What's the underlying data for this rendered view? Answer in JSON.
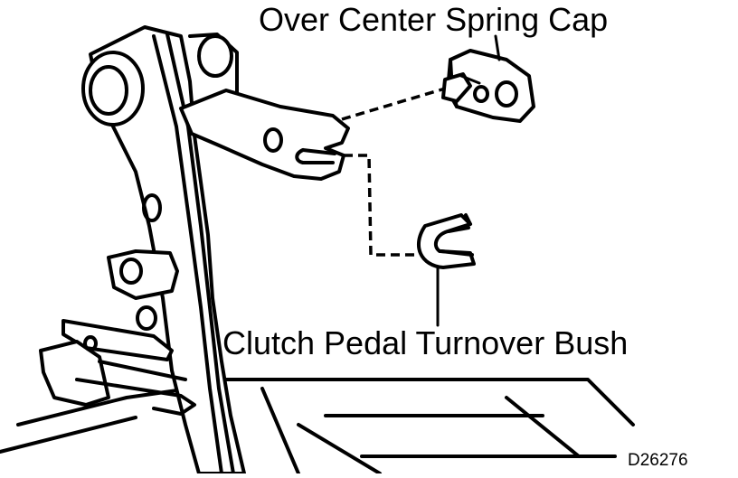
{
  "labels": {
    "over_center_spring_cap": "Over Center Spring Cap",
    "clutch_pedal_turnover_bush": "Clutch Pedal Turnover Bush",
    "figure_code": "D26276"
  }
}
